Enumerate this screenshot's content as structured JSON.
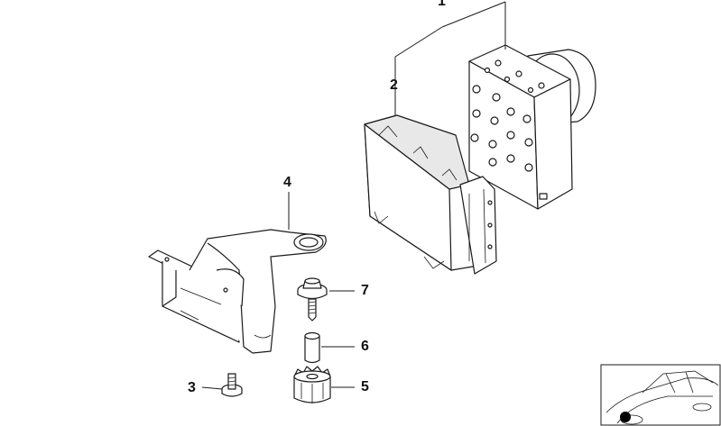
{
  "diagram": {
    "callouts": [
      {
        "id": "part-1",
        "label": "1"
      },
      {
        "id": "part-2",
        "label": "2"
      },
      {
        "id": "part-3",
        "label": "3"
      },
      {
        "id": "part-4",
        "label": "4"
      },
      {
        "id": "part-5",
        "label": "5"
      },
      {
        "id": "part-6",
        "label": "6"
      },
      {
        "id": "part-7",
        "label": "7"
      }
    ]
  },
  "colors": {
    "line": "#1a1a1a",
    "background": "#ffffff",
    "inset_marker": "#000000"
  }
}
